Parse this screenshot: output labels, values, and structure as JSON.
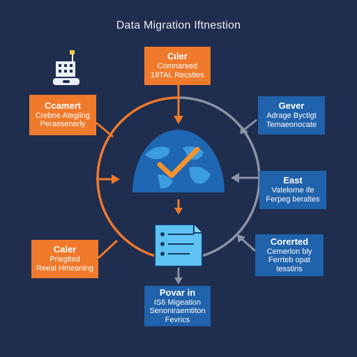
{
  "title": "Data Migration Iftnestion",
  "boxes": {
    "top": {
      "title": "Cıler",
      "lines": [
        "Comnareed",
        "18TAL Recsttes"
      ]
    },
    "left_top": {
      "title": "Ccamert",
      "lines": [
        "Crebne Ategiing",
        "Peraesenerly"
      ]
    },
    "right_top": {
      "title": "Gever",
      "lines": [
        "Adrage Byctigt",
        "Temaeonocate"
      ]
    },
    "right_mid": {
      "title": "East",
      "lines": [
        "Vatelorne ife",
        "Ferpeg beraltes"
      ]
    },
    "left_bottom": {
      "title": "Caler",
      "lines": [
        "Prieglted",
        "Reeal Hmeaning"
      ]
    },
    "right_bottom": {
      "title": "Corerted",
      "lines": [
        "Cemerlon bly",
        "Ferrteb opat",
        "tesstiris"
      ]
    },
    "bottom": {
      "title": "Povar in",
      "lines": [
        "IS6 Migeation",
        "Senoniraemtiton",
        "Fevrics"
      ]
    }
  },
  "icons": [
    "server-building-icon",
    "globe-checkmark-icon",
    "document-list-icon"
  ],
  "colors": {
    "background": "#1f2d4e",
    "accent_orange": "#ef7a2c",
    "accent_blue": "#2062ab",
    "ring_gray": "#8a94a6",
    "globe_blue": "#1f66b3",
    "doc_blue": "#5ec3f2"
  }
}
